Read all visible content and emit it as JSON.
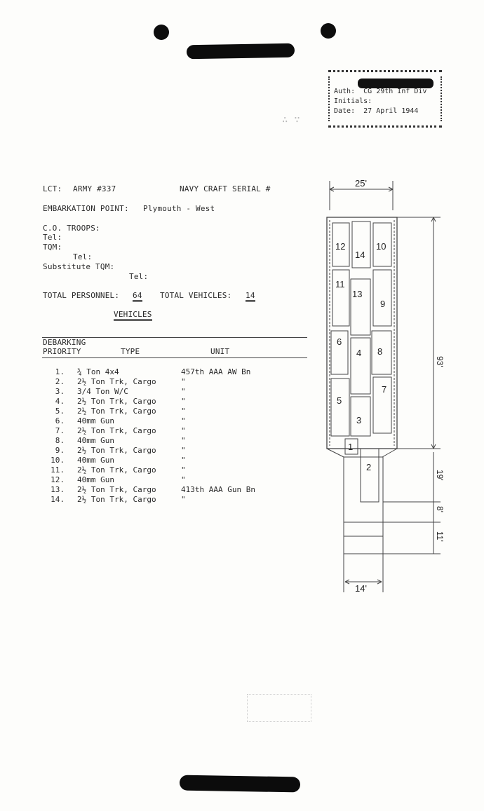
{
  "stamp": {
    "auth": "Auth:  CG 29th Inf Div",
    "initials": "Initials:   ",
    "date": "Date:  27 April 1944"
  },
  "header": {
    "lct_label": "LCT:",
    "lct_value": "ARMY #337",
    "navy_label": "NAVY CRAFT SERIAL #",
    "embark_label": "EMBARKATION POINT:",
    "embark_value": "Plymouth - West",
    "co_troops": "C.O. TROOPS:",
    "tel1": "Tel:",
    "tqm": "TQM:",
    "tel2": "Tel:",
    "sub_tqm": "Substitute TQM:",
    "tel3": "Tel:",
    "total_personnel_label": "TOTAL PERSONNEL:",
    "total_personnel_value": "64",
    "total_vehicles_label": "TOTAL VEHICLES:",
    "total_vehicles_value": "14",
    "vehicles_heading": "VEHICLES"
  },
  "table": {
    "col_priority": [
      "DEBARKING",
      "PRIORITY"
    ],
    "col_type": "TYPE",
    "col_unit": "UNIT",
    "rows": [
      {
        "priority": "1.",
        "type": "¾ Ton 4x4",
        "unit": "457th AAA AW Bn"
      },
      {
        "priority": "2.",
        "type": "2½ Ton Trk, Cargo",
        "unit": "\""
      },
      {
        "priority": "3.",
        "type": "3/4 Ton W/C",
        "unit": "\""
      },
      {
        "priority": "4.",
        "type": "2½ Ton Trk, Cargo",
        "unit": "\""
      },
      {
        "priority": "5.",
        "type": "2½ Ton Trk, Cargo",
        "unit": "\""
      },
      {
        "priority": "6.",
        "type": "40mm Gun",
        "unit": "\""
      },
      {
        "priority": "7.",
        "type": "2½ Ton Trk, Cargo",
        "unit": "\""
      },
      {
        "priority": "8.",
        "type": "40mm Gun",
        "unit": "\""
      },
      {
        "priority": "9.",
        "type": "2½ Ton Trk, Cargo",
        "unit": "\""
      },
      {
        "priority": "10.",
        "type": "40mm Gun",
        "unit": "\""
      },
      {
        "priority": "11.",
        "type": "2½ Ton Trk, Cargo",
        "unit": "\""
      },
      {
        "priority": "12.",
        "type": "40mm Gun",
        "unit": "\""
      },
      {
        "priority": "13.",
        "type": "2½ Ton Trk, Cargo",
        "unit": "413th AAA Gun Bn"
      },
      {
        "priority": "14.",
        "type": "2½ Ton Trk, Cargo",
        "unit": "\""
      }
    ]
  },
  "diagram": {
    "width_top": "25'",
    "length": "93'",
    "dim_a": "19'",
    "dim_b": "8'",
    "dim_c": "11'",
    "width_bottom": "14'",
    "slots": [
      "12",
      "14",
      "10",
      "11",
      "13",
      "9",
      "6",
      "4",
      "8",
      "5",
      "3",
      "7",
      "1",
      "2"
    ]
  }
}
